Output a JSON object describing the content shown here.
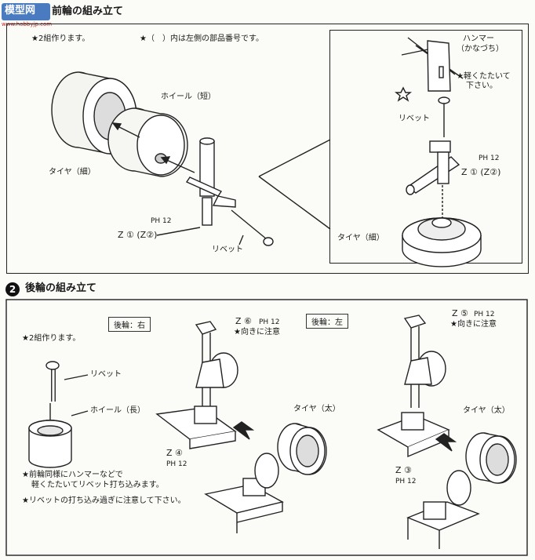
{
  "watermark": {
    "top": "模型网",
    "bottom": "www.hobbyjp.com"
  },
  "step1": {
    "title": "前輪の組み立て",
    "note_left": "★2組作ります。",
    "note_right": "★（　）内は左側の部品番号です。",
    "main": {
      "tire": "タイヤ（細）",
      "wheel": "ホイール（短）",
      "rivet": "リベット",
      "parts_code": "PH 12",
      "parts": "Z ① (Z②)"
    },
    "detail": {
      "hammer": "ハンマー",
      "hammer_sub": "（かなづち）",
      "tap_line1": "★軽くたたいて",
      "tap_line2": "下さい。",
      "rivet": "リベット",
      "parts_code": "PH 12",
      "parts": "Z ① (Z②)",
      "tire": "タイヤ（細）"
    }
  },
  "step2": {
    "number": "2",
    "title": "後輪の組み立て",
    "note": "★2組作ります。",
    "rivet": "リベット",
    "wheel": "ホイール（長）",
    "right_label": "後輪：右",
    "left_label": "後輪：左",
    "right": {
      "parts_top": "Z ⑥",
      "code_top": "PH 12",
      "orientation": "★向きに注意",
      "parts_bottom": "Z ④",
      "code_bottom": "PH 12",
      "tire": "タイヤ（太）"
    },
    "left": {
      "parts_top": "Z ⑤",
      "code_top": "PH 12",
      "orientation": "★向きに注意",
      "parts_bottom": "Z ③",
      "code_bottom": "PH 12",
      "tire": "タイヤ（太）"
    },
    "notes": [
      "★前輪同様にハンマーなどで",
      "軽くたたいてリベット打ち込みます。",
      "★リベットの打ち込み過ぎに注意して下さい。"
    ]
  }
}
